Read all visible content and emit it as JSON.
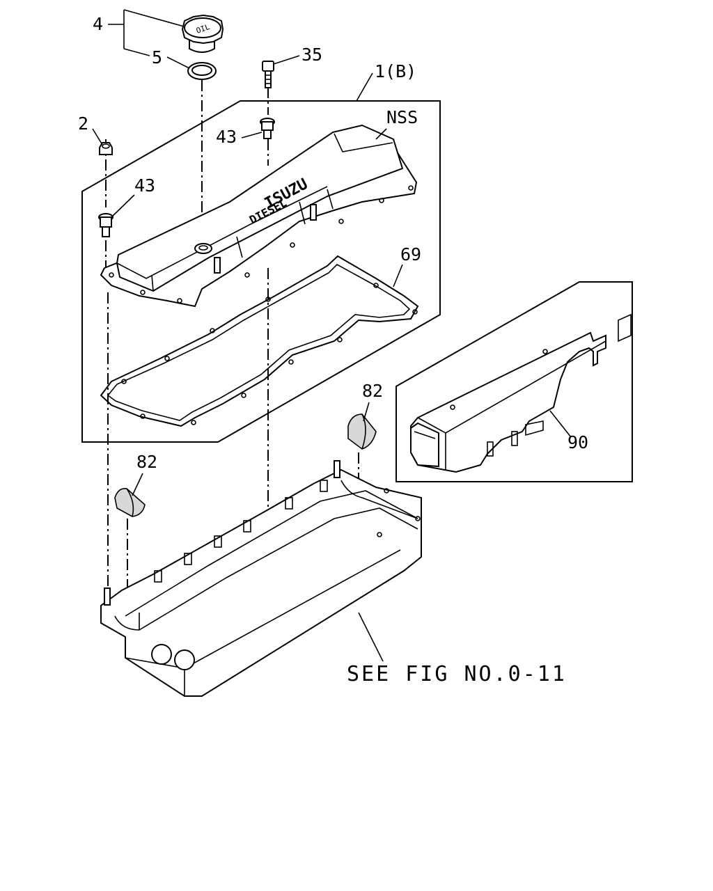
{
  "callouts": {
    "c4": "4",
    "c5": "5",
    "c35": "35",
    "c1b": "1(B)",
    "c2": "2",
    "c43a": "43",
    "cnss": "NSS",
    "c43b": "43",
    "c69": "69",
    "c82a": "82",
    "c82b": "82",
    "c90": "90"
  },
  "cover_lettering": {
    "brand": "ISUZU",
    "sub": "DIESEL"
  },
  "cap_lettering": "OIL",
  "reference": "SEE FIG NO.0-11"
}
